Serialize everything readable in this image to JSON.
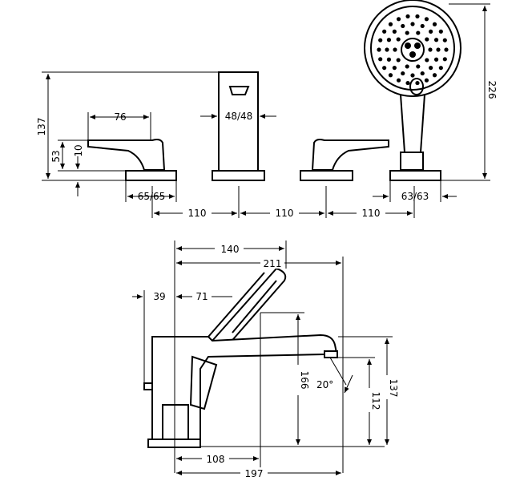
{
  "top_view": {
    "dim_height_total": "137",
    "dim_handle_length": "76",
    "dim_handle_height": "53",
    "dim_handle_offset": "10",
    "dim_handle_base": "65/65",
    "dim_spout_base": "48/48",
    "dim_spacing_1": "110",
    "dim_spacing_2": "110",
    "dim_spacing_3": "110",
    "dim_shower_base": "63/63",
    "dim_shower_height": "226"
  },
  "side_view": {
    "dim_140": "140",
    "dim_211": "211",
    "dim_39": "39",
    "dim_71": "71",
    "dim_166": "166",
    "dim_angle": "20°",
    "dim_112": "112",
    "dim_137": "137",
    "dim_108": "108",
    "dim_197": "197"
  }
}
